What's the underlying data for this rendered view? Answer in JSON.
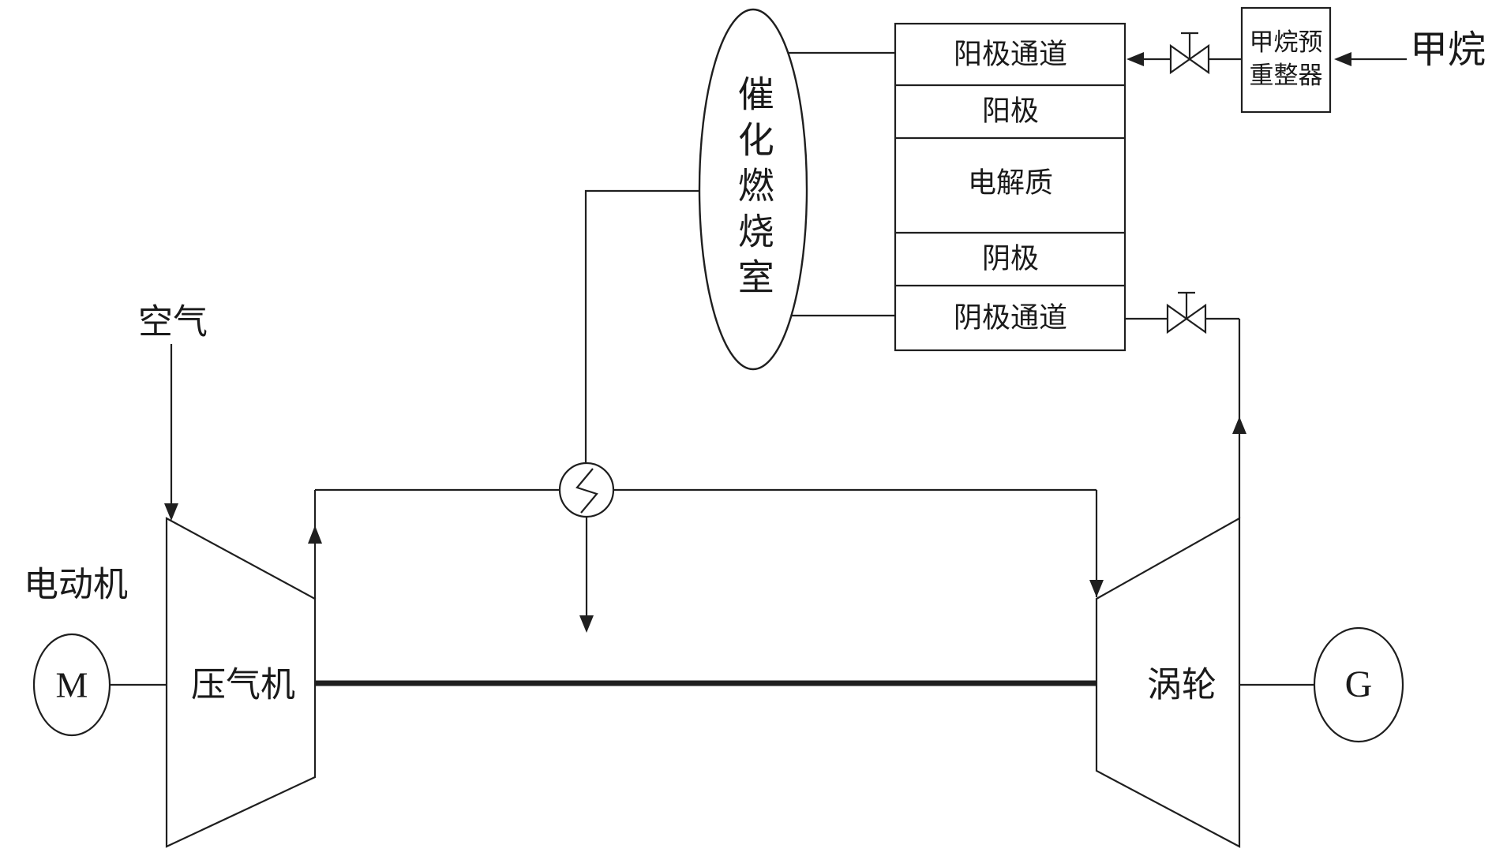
{
  "colors": {
    "line": "#1f1f1f",
    "background": "#ffffff",
    "text": "#1a1a1a"
  },
  "methane_feed": {
    "label": "甲烷",
    "prereformer_line1": "甲烷预",
    "prereformer_line2": "重整器"
  },
  "fuel_cell": {
    "rows": [
      "阳极通道",
      "阳极",
      "电解质",
      "阴极",
      "阴极通道"
    ]
  },
  "combustor": {
    "label": "催化燃烧室"
  },
  "air_path": {
    "air_label": "空气"
  },
  "machines": {
    "motor_label": "电动机",
    "motor_symbol": "M",
    "compressor_label": "压气机",
    "turbine_label": "涡轮",
    "generator_symbol": "G"
  }
}
